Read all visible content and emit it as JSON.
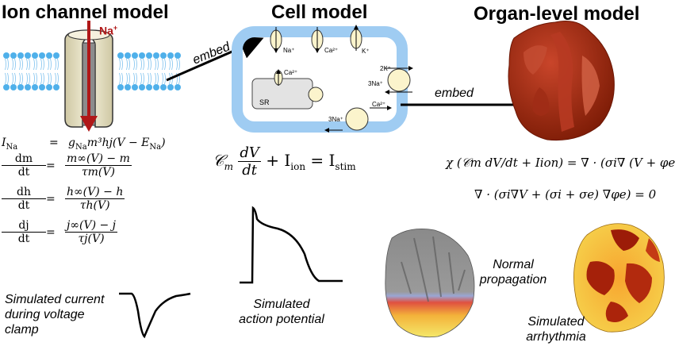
{
  "titles": {
    "ion_channel": "Ion channel model",
    "cell": "Cell model",
    "organ": "Organ-level model"
  },
  "arrows": {
    "embed_1": "embed",
    "embed_2": "embed"
  },
  "ion_channel": {
    "ion_label": "Na",
    "ion_charge": "+",
    "equations": {
      "ina_lhs": "I",
      "ina_lhs_sub": "Na",
      "ina_rhs": "= g",
      "ina_rhs_sub": "Na",
      "ina_rhs_tail": "m³hj(V − E",
      "ina_rhs_sub2": "Na",
      "ina_rhs_end": ")",
      "dm_num": "dm",
      "dm_den": "dt",
      "dm_rhs_num": "m∞(V) − m",
      "dm_rhs_den": "τm(V)",
      "dh_num": "dh",
      "dh_den": "dt",
      "dh_rhs_num": "h∞(V) − h",
      "dh_rhs_den": "τh(V)",
      "dj_num": "dj",
      "dj_den": "dt",
      "dj_rhs_num": "j∞(V) − j",
      "dj_rhs_den": "τj(V)",
      "equals": "="
    },
    "caption": "Simulated current during voltage clamp"
  },
  "cell": {
    "labels": {
      "na": "Na⁺",
      "ca_top": "Ca²⁺",
      "k": "K⁺",
      "ca_sr": "Ca²⁺",
      "two_k": "2K⁺",
      "three_na_right": "3Na⁺",
      "three_na_bottom": "3Na⁺",
      "ca_bottom": "Ca²⁺",
      "sr": "SR"
    },
    "equation": {
      "cm": "𝒞",
      "cm_sub": "m",
      "frac_num": "dV",
      "frac_den": "dt",
      "plus": "+ I",
      "ion_sub": "ion",
      "eq": "= I",
      "stim_sub": "stim"
    },
    "caption": "Simulated action potential"
  },
  "organ": {
    "eq1": "χ (𝒞m dV/dt + Iion) = ∇ · (σi∇ (V + φe))",
    "eq1_chi": "χ",
    "eq1_num": "dV",
    "eq1_den": "dt",
    "eq1_rhs": "= ∇ · (σ",
    "eq2": "∇ · (σi∇V + (σi + σe) ∇φe) = 0",
    "normal_caption": "Normal propagation",
    "arrhythmia_caption": "Simulated arrhythmia"
  },
  "colors": {
    "membrane_head": "#4fb0ea",
    "channel_body": "#e8e3c8",
    "channel_core": "#8a8a8a",
    "arrow_red": "#b01818",
    "cell_membrane": "#9fccf2",
    "heart_dark": "#8b2008",
    "heart_mid": "#b5321b",
    "heart_light": "#d86a4e"
  }
}
